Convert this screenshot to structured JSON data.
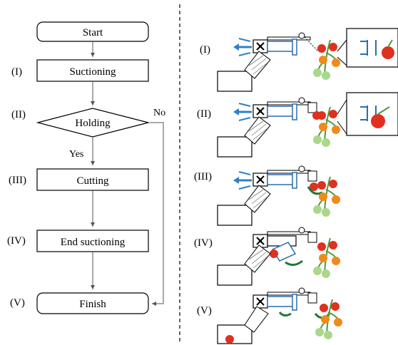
{
  "flowchart": {
    "start": "Start",
    "steps": [
      {
        "roman": "(I)",
        "label": "Suctioning"
      },
      {
        "roman": "(II)",
        "label": "Holding"
      },
      {
        "roman": "(III)",
        "label": "Cutting"
      },
      {
        "roman": "(IV)",
        "label": "End suctioning"
      },
      {
        "roman": "(V)",
        "label": "Finish"
      }
    ],
    "yes_label": "Yes",
    "no_label": "No"
  },
  "panels": {
    "labels": [
      "(I)",
      "(II)",
      "(III)",
      "(IV)",
      "(V)"
    ]
  },
  "colors": {
    "suction_arrow": "#2f80c8",
    "tube": "#2b6cb0",
    "tomato_red": "#e03020",
    "tomato_orange": "#f08a1c",
    "tomato_green": "#a9d88a",
    "stem": "#4f9a3a",
    "motion_arrow": "#1f7a3a"
  }
}
